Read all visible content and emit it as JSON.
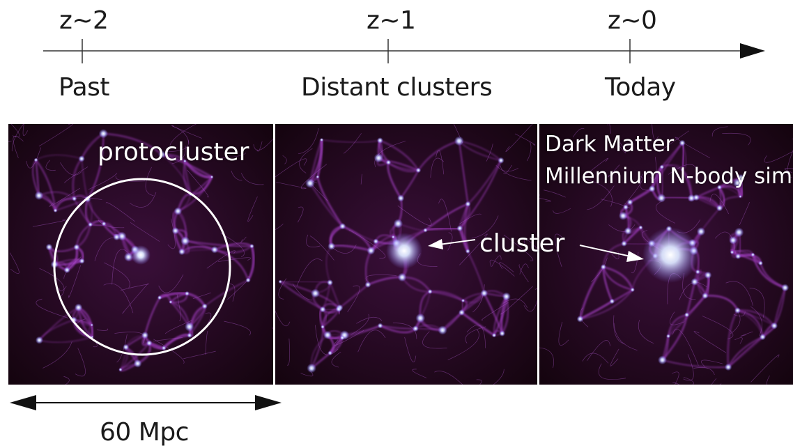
{
  "timeline": {
    "epochs": [
      {
        "z": "z~2",
        "era": "Past"
      },
      {
        "z": "z~1",
        "era": "Distant clusters"
      },
      {
        "z": "z~0",
        "era": "Today"
      }
    ]
  },
  "panels": {
    "protocluster_label": "protocluster",
    "cluster_label": "cluster",
    "simulation_title_line1": "Dark Matter",
    "simulation_title_line2": "Millennium N-body sim",
    "colors": {
      "background": "#1a0612",
      "filament": "#9a3ab8",
      "node": "#a9b8ff",
      "core": "#e8f0ff"
    }
  },
  "scale": {
    "label": "60 Mpc"
  }
}
